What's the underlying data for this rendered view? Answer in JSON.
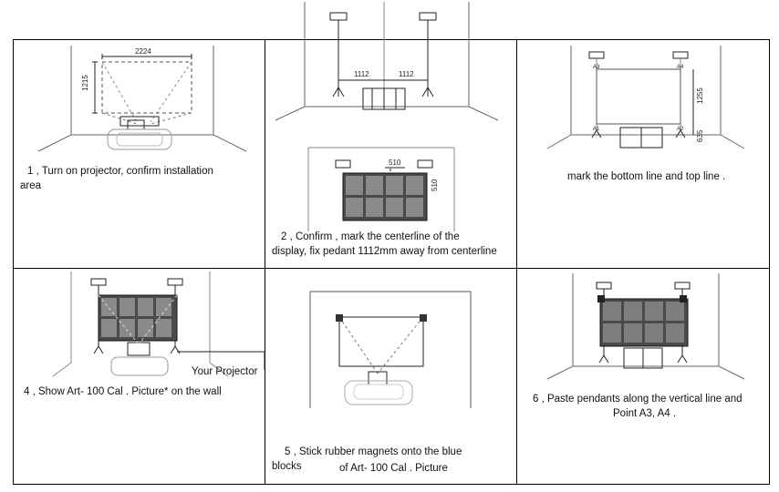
{
  "steps": [
    {
      "id": 1,
      "caption_line1": "1 , Turn on projector, confirm installation",
      "caption_line2": "area",
      "dims": {
        "width": "2224",
        "height": "1215"
      }
    },
    {
      "id": 2,
      "caption_line1": "2 , Confirm , mark the centerline of the",
      "caption_line2": "display, fix pedant 1112mm away from centerline",
      "dims": {
        "left": "1112",
        "right": "1112",
        "block_w": "510",
        "block_h": "510"
      }
    },
    {
      "id": 3,
      "caption_line1": "mark the bottom line and top line .",
      "dims": {
        "height": "1255",
        "floor": "635"
      },
      "points": {
        "a3": "A3",
        "a4": "A4",
        "a1": "A1",
        "a2": "A2"
      }
    },
    {
      "id": 4,
      "caption_line1": "4 , Show Art- 100 Cal . Picture* on the wall",
      "callout": "Your Projector"
    },
    {
      "id": 5,
      "caption_line1": "5 , Stick rubber magnets onto the blue",
      "caption_line2": "blocks",
      "caption_line3": "of Art- 100 Cal . Picture"
    },
    {
      "id": 6,
      "caption_line1": "6 , Paste pendants along the vertical line and",
      "caption_line2": "Point A3, A4 ."
    }
  ],
  "colors": {
    "panel_fill": "#4a4a4a",
    "panel_cell": "#5c5c5c",
    "line": "#222222",
    "light": "#9a9a9a"
  }
}
